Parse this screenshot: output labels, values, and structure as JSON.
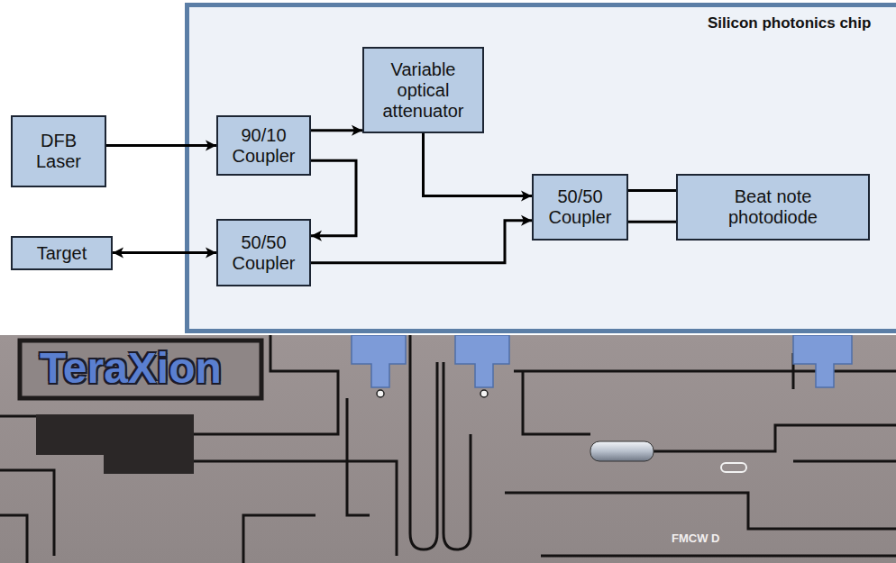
{
  "diagram": {
    "nodes": [
      {
        "text": [
          "DFB Laser"
        ]
      },
      {
        "text": [
          "Target"
        ]
      },
      {
        "text": [
          "Silicon photonics chip"
        ]
      },
      {
        "text": [
          "90/10 Coupler"
        ],
        "in": 2
      },
      {
        "text": [
          "Variable optical attenuator"
        ],
        "in": 2
      },
      {
        "text": [
          "50/50 Coupler"
        ],
        "in": 2
      },
      {
        "text": [
          "50/50 Coupler"
        ],
        "in": 2
      },
      {
        "text": [
          "Beat note photodiode"
        ],
        "in": 2
      }
    ],
    "edges": [
      {
        "from": 0,
        "to": 3,
        "arrow": "to"
      },
      {
        "from": 1,
        "to": 5,
        "arrow": "both"
      },
      {
        "from": 3,
        "to": 4,
        "arrow": "to"
      },
      {
        "from": 3,
        "to": 5,
        "arrow": "to"
      },
      {
        "from": 4,
        "to": 6,
        "arrow": "to"
      },
      {
        "from": 5,
        "to": 6,
        "arrow": "to"
      },
      {
        "from": 6,
        "to": 7,
        "arrow": "none"
      },
      {
        "from": 6,
        "to": 7,
        "arrow": "none"
      }
    ],
    "labels": [
      "TeraXion",
      "FMCW D"
    ]
  }
}
